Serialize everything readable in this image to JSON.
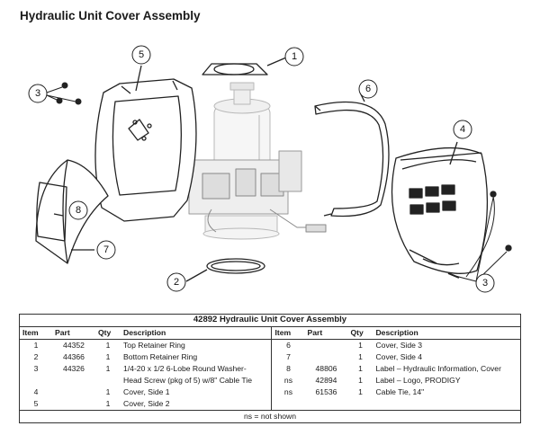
{
  "page": {
    "title": "Hydraulic Unit Cover Assembly"
  },
  "callouts": [
    {
      "id": "c1",
      "label": "1"
    },
    {
      "id": "c2",
      "label": "2"
    },
    {
      "id": "c3a",
      "label": "3"
    },
    {
      "id": "c3b",
      "label": "3"
    },
    {
      "id": "c4",
      "label": "4"
    },
    {
      "id": "c5",
      "label": "5"
    },
    {
      "id": "c6",
      "label": "6"
    },
    {
      "id": "c7",
      "label": "7"
    },
    {
      "id": "c8",
      "label": "8"
    }
  ],
  "table": {
    "title": "42892  Hydraulic Unit Cover Assembly",
    "headers": {
      "item": "Item",
      "part": "Part",
      "qty": "Qty",
      "description": "Description"
    },
    "left_rows": [
      {
        "item": "1",
        "part": "44352",
        "qty": "1",
        "description": "Top Retainer Ring"
      },
      {
        "item": "2",
        "part": "44366",
        "qty": "1",
        "description": "Bottom Retainer Ring"
      },
      {
        "item": "3",
        "part": "44326",
        "qty": "1",
        "description": "1/4-20 x 1/2 6-Lobe Round Washer-"
      },
      {
        "item": "",
        "part": "",
        "qty": "",
        "description": "Head Screw (pkg of 5) w/8\" Cable Tie"
      },
      {
        "item": "4",
        "part": "",
        "qty": "1",
        "description": "Cover, Side 1"
      },
      {
        "item": "5",
        "part": "",
        "qty": "1",
        "description": "Cover, Side 2"
      }
    ],
    "right_rows": [
      {
        "item": "6",
        "part": "",
        "qty": "1",
        "description": "Cover, Side 3"
      },
      {
        "item": "7",
        "part": "",
        "qty": "1",
        "description": "Cover, Side 4"
      },
      {
        "item": "8",
        "part": "48806",
        "qty": "1",
        "description": "Label – Hydraulic Information, Cover"
      },
      {
        "item": "ns",
        "part": "42894",
        "qty": "1",
        "description": "Label – Logo, PRODIGY"
      },
      {
        "item": "ns",
        "part": "61536",
        "qty": "1",
        "description": "Cable Tie, 14\""
      },
      {
        "item": "",
        "part": "",
        "qty": "",
        "description": ""
      }
    ],
    "footer": "ns = not shown"
  }
}
